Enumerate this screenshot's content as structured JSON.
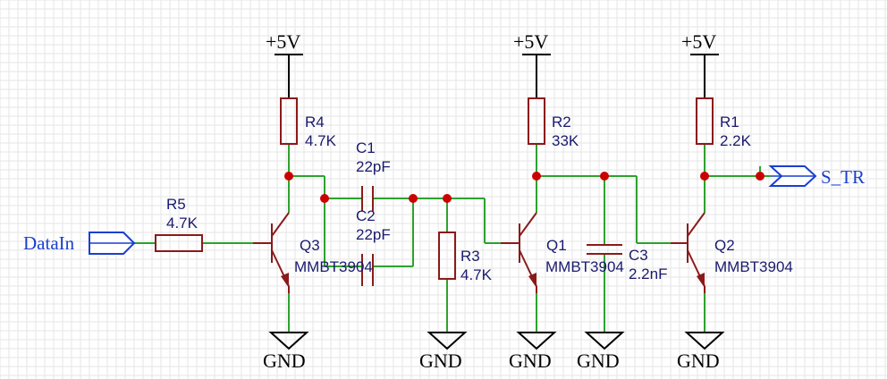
{
  "colors": {
    "wire": "#2ea22e",
    "component": "#8b1a1a",
    "junction": "#cc0000",
    "port": "#1a3fcf",
    "label": "#1a1a6e"
  },
  "ports": {
    "data_in": "DataIn",
    "s_tr": "S_TR"
  },
  "power": {
    "vcc": "+5V",
    "gnd": "GND"
  },
  "components": {
    "r1": {
      "ref": "R1",
      "value": "2.2K"
    },
    "r2": {
      "ref": "R2",
      "value": "33K"
    },
    "r3": {
      "ref": "R3",
      "value": "4.7K"
    },
    "r4": {
      "ref": "R4",
      "value": "4.7K"
    },
    "r5": {
      "ref": "R5",
      "value": "4.7K"
    },
    "c1": {
      "ref": "C1",
      "value": "22pF"
    },
    "c2": {
      "ref": "C2",
      "value": "22pF"
    },
    "c3": {
      "ref": "C3",
      "value": "2.2nF"
    },
    "q1": {
      "ref": "Q1",
      "value": "MMBT3904"
    },
    "q2": {
      "ref": "Q2",
      "value": "MMBT3904"
    },
    "q3": {
      "ref": "Q3",
      "value": "MMBT3904"
    }
  }
}
